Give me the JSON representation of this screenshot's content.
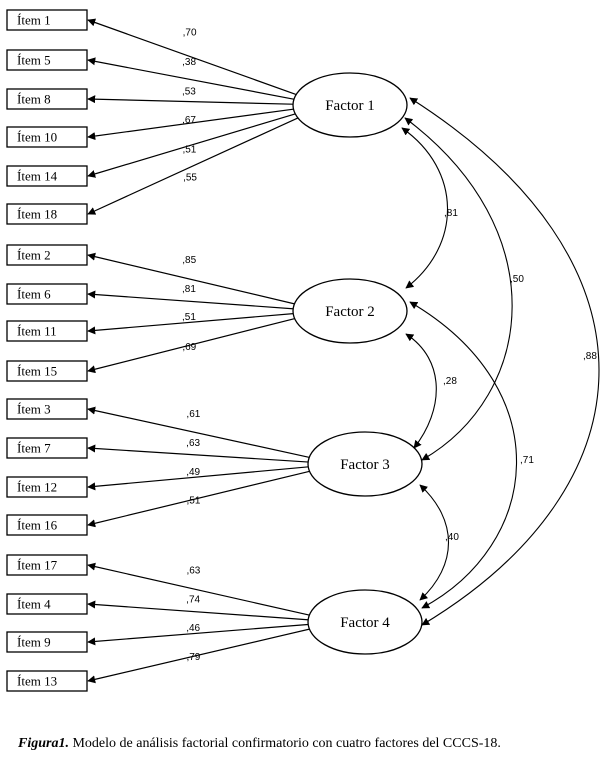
{
  "items": [
    {
      "id": "i1",
      "label": "Ítem 1",
      "factor": "F1",
      "loading": ",70"
    },
    {
      "id": "i5",
      "label": "Ítem 5",
      "factor": "F1",
      "loading": ",38"
    },
    {
      "id": "i8",
      "label": "Ítem 8",
      "factor": "F1",
      "loading": ",53"
    },
    {
      "id": "i10",
      "label": "Ítem 10",
      "factor": "F1",
      "loading": ",67"
    },
    {
      "id": "i14",
      "label": "Ítem 14",
      "factor": "F1",
      "loading": ",51"
    },
    {
      "id": "i18",
      "label": "Ítem 18",
      "factor": "F1",
      "loading": ",55"
    },
    {
      "id": "i2",
      "label": "Ítem 2",
      "factor": "F2",
      "loading": ",85"
    },
    {
      "id": "i6",
      "label": "Ítem 6",
      "factor": "F2",
      "loading": ",81"
    },
    {
      "id": "i11",
      "label": "Ítem 11",
      "factor": "F2",
      "loading": ",51"
    },
    {
      "id": "i15",
      "label": "Ítem 15",
      "factor": "F2",
      "loading": ",69"
    },
    {
      "id": "i3",
      "label": "Ítem 3",
      "factor": "F3",
      "loading": ",61"
    },
    {
      "id": "i7",
      "label": "Ítem 7",
      "factor": "F3",
      "loading": ",63"
    },
    {
      "id": "i12",
      "label": "Ítem 12",
      "factor": "F3",
      "loading": ",49"
    },
    {
      "id": "i16",
      "label": "Ítem 16",
      "factor": "F3",
      "loading": ",51"
    },
    {
      "id": "i17",
      "label": "Ítem 17",
      "factor": "F4",
      "loading": ",63"
    },
    {
      "id": "i4",
      "label": "Ítem 4",
      "factor": "F4",
      "loading": ",74"
    },
    {
      "id": "i9",
      "label": "Ítem 9",
      "factor": "F4",
      "loading": ",46"
    },
    {
      "id": "i13",
      "label": "Ítem 13",
      "factor": "F4",
      "loading": ",79"
    }
  ],
  "factors": [
    {
      "id": "F1",
      "label": "Factor 1"
    },
    {
      "id": "F2",
      "label": "Factor 2"
    },
    {
      "id": "F3",
      "label": "Factor 3"
    },
    {
      "id": "F4",
      "label": "Factor 4"
    }
  ],
  "correlations": [
    {
      "id": "F1-F2",
      "from": "F1",
      "to": "F2",
      "value": ",81"
    },
    {
      "id": "F2-F3",
      "from": "F2",
      "to": "F3",
      "value": ",28"
    },
    {
      "id": "F3-F4",
      "from": "F3",
      "to": "F4",
      "value": ",40"
    },
    {
      "id": "F1-F3",
      "from": "F1",
      "to": "F3",
      "value": ",50"
    },
    {
      "id": "F2-F4",
      "from": "F2",
      "to": "F4",
      "value": ",71"
    },
    {
      "id": "F1-F4",
      "from": "F1",
      "to": "F4",
      "value": ",88"
    }
  ],
  "caption": {
    "figure_label": "Figura1.",
    "text": " Modelo de análisis factorial confirmatorio con cuatro factores del CCCS-18."
  }
}
